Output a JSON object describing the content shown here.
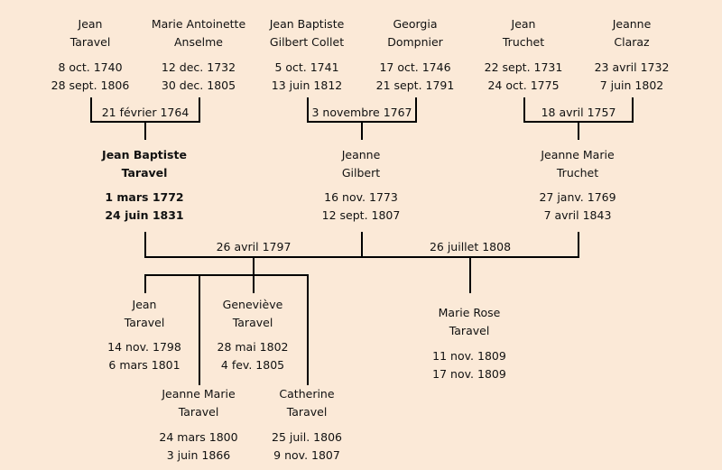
{
  "colors": {
    "background": "#fbe9d7",
    "line": "#000000"
  },
  "grandparents": [
    {
      "first": "Jean",
      "last": "Taravel",
      "birth": "8 oct. 1740",
      "death": "28 sept. 1806"
    },
    {
      "first": "Marie Antoinette",
      "last": "Anselme",
      "birth": "12 dec. 1732",
      "death": "30 dec. 1805"
    },
    {
      "first": "Jean Baptiste",
      "last": "Gilbert Collet",
      "birth": "5 oct. 1741",
      "death": "13 juin 1812"
    },
    {
      "first": "Georgia",
      "last": "Dompnier",
      "birth": "17 oct. 1746",
      "death": "21 sept. 1791"
    },
    {
      "first": "Jean",
      "last": "Truchet",
      "birth": "22 sept. 1731",
      "death": "24 oct. 1775"
    },
    {
      "first": "Jeanne",
      "last": "Claraz",
      "birth": "23 avril 1732",
      "death": "7 juin 1802"
    }
  ],
  "grandparent_marriages": [
    "21 février 1764",
    "3 novembre 1767",
    "18 avril 1757"
  ],
  "parents": [
    {
      "first": "Jean Baptiste",
      "last": "Taravel",
      "birth": "1 mars 1772",
      "death": "24 juin 1831"
    },
    {
      "first": "Jeanne",
      "last": "Gilbert",
      "birth": "16 nov. 1773",
      "death": "12 sept. 1807"
    },
    {
      "first": "Jeanne Marie",
      "last": "Truchet",
      "birth": "27 janv. 1769",
      "death": "7 avril 1843"
    }
  ],
  "parent_marriages": [
    "26 avril 1797",
    "26 juillet 1808"
  ],
  "children": [
    {
      "first": "Jean",
      "last": "Taravel",
      "birth": "14 nov. 1798",
      "death": "6 mars 1801"
    },
    {
      "first": "Jeanne Marie",
      "last": "Taravel",
      "birth": "24 mars 1800",
      "death": "3 juin 1866"
    },
    {
      "first": "Geneviève",
      "last": "Taravel",
      "birth": "28 mai 1802",
      "death": "4 fev. 1805"
    },
    {
      "first": "Catherine",
      "last": "Taravel",
      "birth": "25 juil. 1806",
      "death": "9 nov. 1807"
    },
    {
      "first": "Marie Rose",
      "last": "Taravel",
      "birth": "11 nov. 1809",
      "death": "17 nov. 1809"
    }
  ]
}
